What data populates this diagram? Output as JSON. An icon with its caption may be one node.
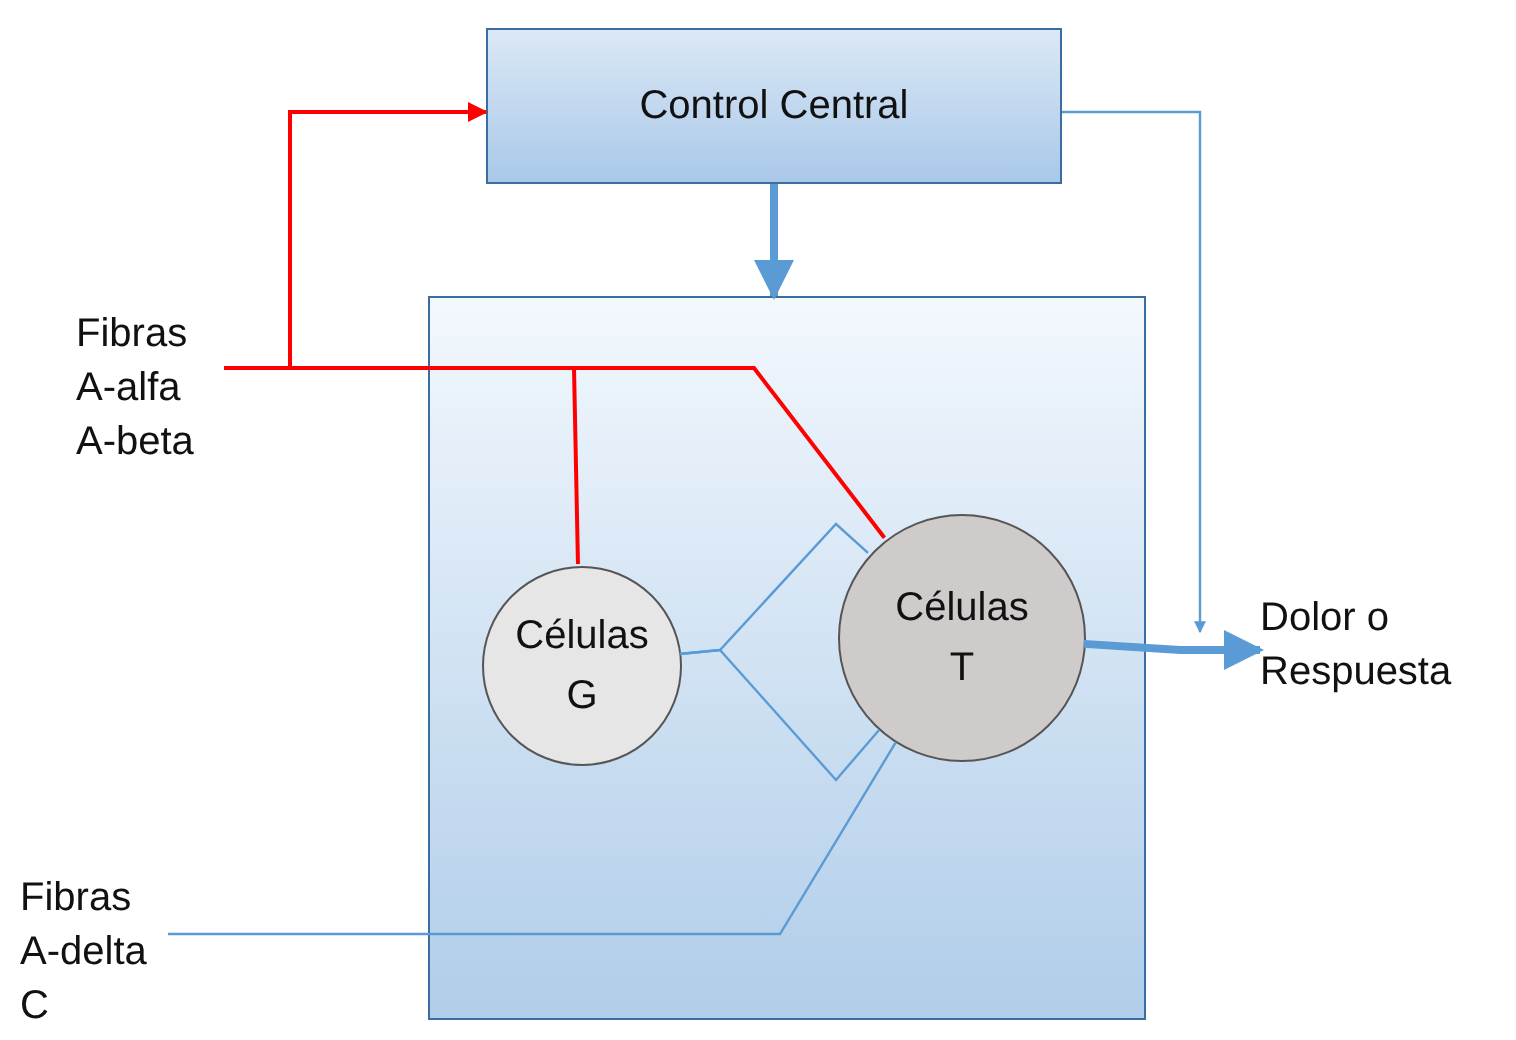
{
  "diagram": {
    "nodes": [
      {
        "text": [
          "Control Central"
        ]
      },
      {
        "text": [],
        "shape": "box"
      },
      {
        "text": [
          "Células G"
        ],
        "in": 1
      },
      {
        "text": [
          "Células T"
        ],
        "in": 1
      },
      {
        "text": [
          "Fibras A-alfa A-beta"
        ]
      },
      {
        "text": [
          "Fibras A-delta C"
        ]
      },
      {
        "text": [
          "Dolor o Respuesta"
        ]
      }
    ],
    "edges": [
      {
        "from": 4,
        "to": 0,
        "arrow": "to",
        "color": "#ff0000"
      },
      {
        "from": 4,
        "to": 2,
        "arrow": "none",
        "color": "#ff0000"
      },
      {
        "from": 4,
        "to": 3,
        "arrow": "none",
        "color": "#ff0000"
      },
      {
        "from": 0,
        "to": 1,
        "arrow": "to",
        "style": "thick"
      },
      {
        "from": 0,
        "to": 6,
        "arrow": "to"
      },
      {
        "from": 3,
        "to": 6,
        "arrow": "to",
        "style": "thick"
      },
      {
        "from": 2,
        "to": 3,
        "arrow": "none"
      },
      {
        "from": 2,
        "to": 3,
        "arrow": "none"
      },
      {
        "from": 5,
        "to": 3,
        "arrow": "none"
      }
    ]
  }
}
